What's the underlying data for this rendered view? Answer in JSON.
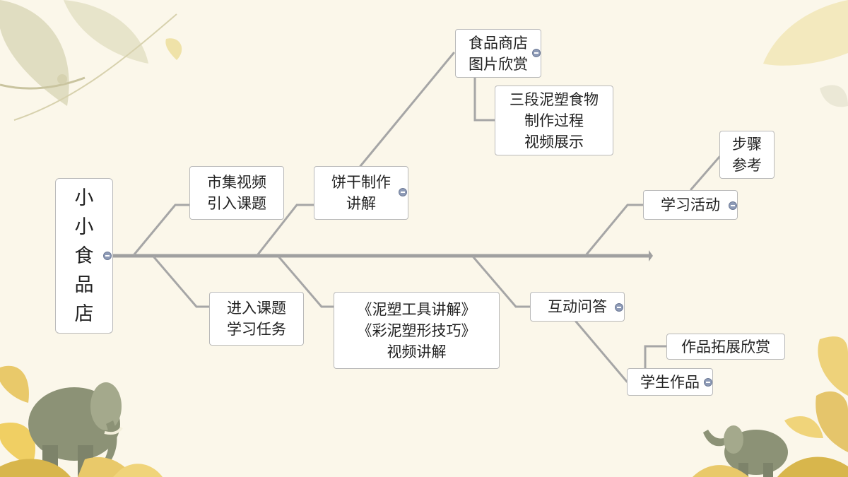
{
  "colors": {
    "background": "#fbf7ea",
    "connector": "#a0a0a0",
    "collapse": "#8e9bb7",
    "leaf": "#e9c96a",
    "elephant": "#8c9276"
  },
  "diagram": {
    "root": "小\n小\n食\n品\n店",
    "upper": {
      "market_video": "市集视频\n引入课题",
      "cookie_explain": "饼干制作\n讲解",
      "shop_pictures": "食品商店\n图片欣赏",
      "clay_video": "三段泥塑食物\n制作过程\n视频展示",
      "learning_activity": "学习活动",
      "steps": "步骤\n参考"
    },
    "lower": {
      "enter_topic": "进入课题\n学习任务",
      "clay_tools": "《泥塑工具讲解》\n《彩泥塑形技巧》\n视频讲解",
      "qa": "互动问答",
      "student_work": "学生作品",
      "work_extension": "作品拓展欣赏"
    }
  }
}
